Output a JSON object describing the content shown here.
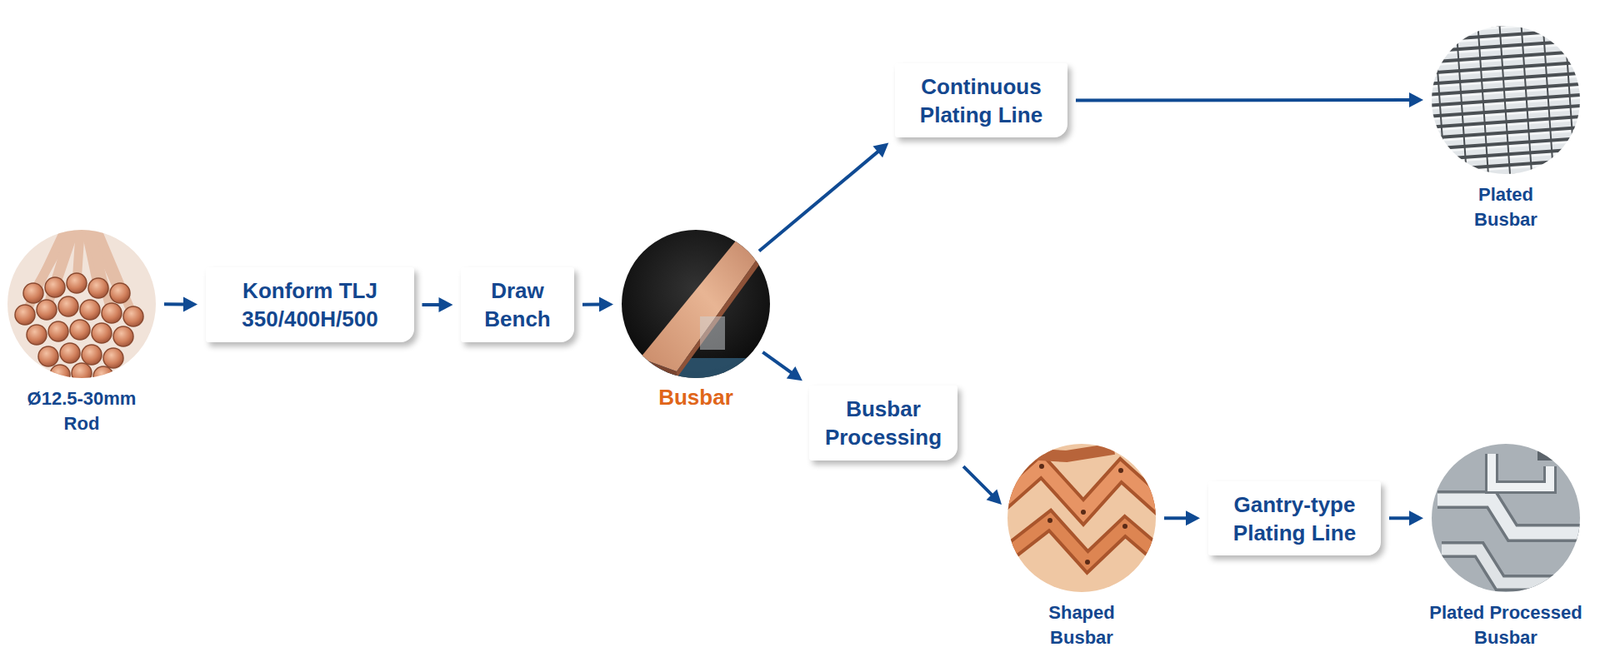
{
  "diagram": {
    "nodes": [
      {
        "text": [
          "Ø12.5-30mm Rod"
        ]
      },
      {
        "text": [
          "Konform TLJ 350/400H/500"
        ]
      },
      {
        "text": [
          "Draw Bench"
        ]
      },
      {
        "text": [
          "Busbar"
        ]
      },
      {
        "text": [
          "Continuous Plating Line"
        ]
      },
      {
        "text": [
          "Plated Busbar"
        ]
      },
      {
        "text": [
          "Busbar Processing"
        ]
      },
      {
        "text": [
          "Shaped Busbar"
        ]
      },
      {
        "text": [
          "Gantry-type Plating Line"
        ]
      },
      {
        "text": [
          "Plated Processed Busbar"
        ]
      }
    ],
    "edges": [
      {
        "from": 0,
        "to": 1,
        "arrow": "to"
      },
      {
        "from": 1,
        "to": 2,
        "arrow": "to"
      },
      {
        "from": 2,
        "to": 3,
        "arrow": "to"
      },
      {
        "from": 3,
        "to": 4,
        "arrow": "to"
      },
      {
        "from": 4,
        "to": 5,
        "arrow": "to"
      },
      {
        "from": 3,
        "to": 6,
        "arrow": "to"
      },
      {
        "from": 6,
        "to": 7,
        "arrow": "to"
      },
      {
        "from": 7,
        "to": 8,
        "arrow": "to"
      },
      {
        "from": 8,
        "to": 9,
        "arrow": "to"
      }
    ]
  }
}
